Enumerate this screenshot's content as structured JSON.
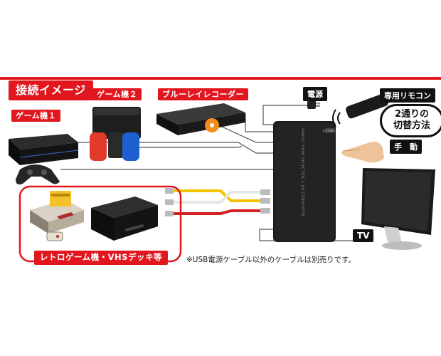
{
  "title": "接続イメージ",
  "labels": {
    "game1": "ゲーム機１",
    "game2": "ゲーム機２",
    "bluray": "ブルーレイレコーダー",
    "power": "電源",
    "remote": "専用リモコン",
    "switch_modes": "2通りの\n切替方法",
    "manual": "手　動",
    "tv": "TV",
    "retro": "レトロゲーム機・VHSデッキ等",
    "note": "※USB電源ケーブル以外のケーブルは別売りです。"
  },
  "device_text": {
    "switch_front": "4INPUT HDMI SELECTOR + AV CONVERTER",
    "switch_badge": "PS2HD"
  },
  "colors": {
    "accent_red": "#e2161f",
    "rca_yellow": "#f5c400",
    "rca_white": "#e6e6e6",
    "rca_red": "#d62020"
  }
}
